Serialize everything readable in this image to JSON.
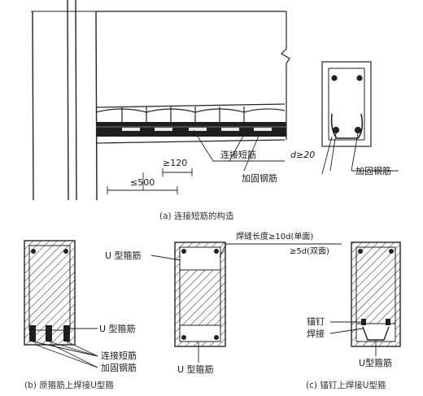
{
  "figure_a": {
    "caption": "(a) 连接短筋的构造",
    "labels": {
      "ge120": "≥120",
      "le500": "≤500",
      "connect_bar": "连接短筋",
      "reinforce_bar": "加固钢筋",
      "d_ge20": "d≥20",
      "reinforce_bar_2": "加固钢筋"
    }
  },
  "figure_b": {
    "caption": "(b) 原箍筋上焊接U型箍",
    "labels": {
      "u_stirrup": "U 型箍筋",
      "connect_bar": "连接短筋",
      "reinforce_bar": "加固钢筋"
    }
  },
  "figure_mid": {
    "labels": {
      "u_stirrup_top": "U 型箍筋",
      "weld_len_single": "焊缝长度≥10d(单面)",
      "weld_len_double": "≥5d(双面)",
      "u_stirrup_bottom": "U 型箍筋"
    }
  },
  "figure_c": {
    "caption": "(c) 锚钉上焊接U型箍",
    "labels": {
      "anchor": "锚钉",
      "weld": "焊接",
      "u_stirrup": "U型箍筋"
    }
  }
}
